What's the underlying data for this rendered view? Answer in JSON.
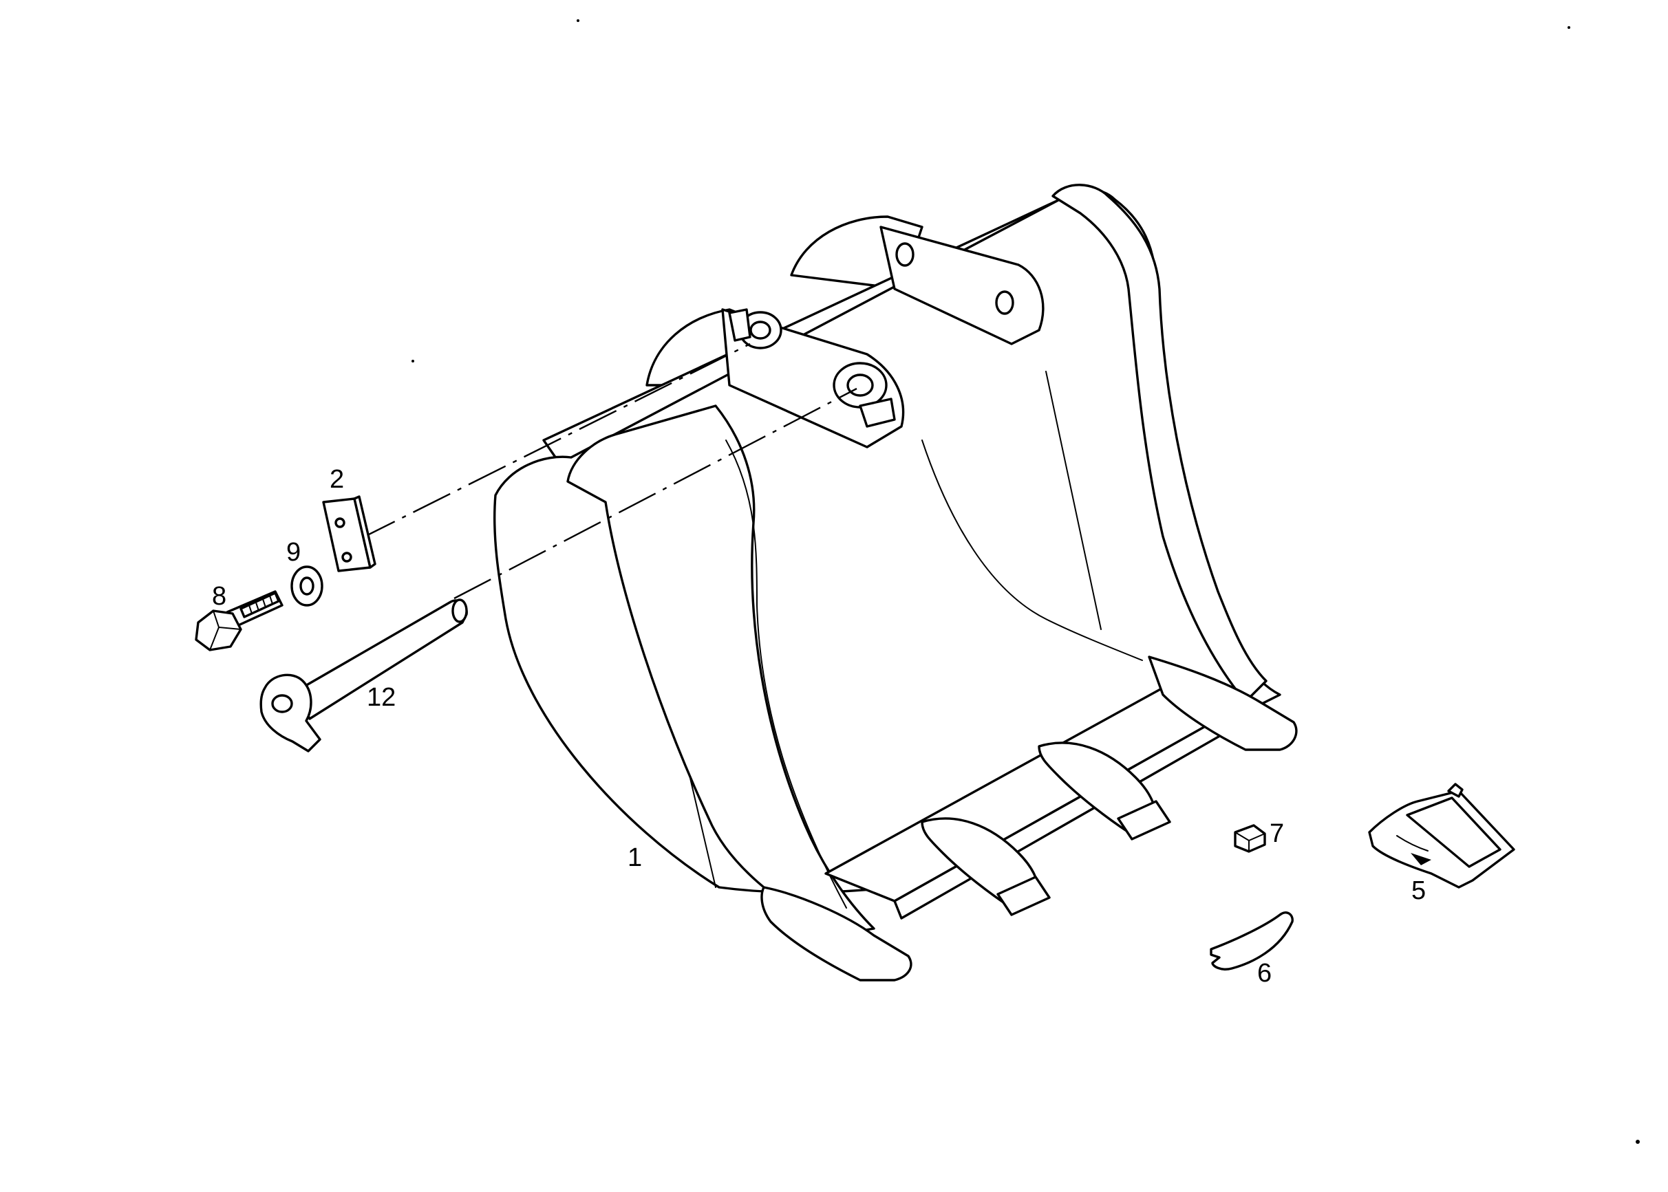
{
  "colors": {
    "ink": "#000000",
    "paper": "#ffffff"
  },
  "callouts": {
    "bucket": "1",
    "lock_plate": "2",
    "tooth": "5",
    "retainer": "6",
    "lock": "7",
    "bolt": "8",
    "washer": "9",
    "pin": "12"
  }
}
